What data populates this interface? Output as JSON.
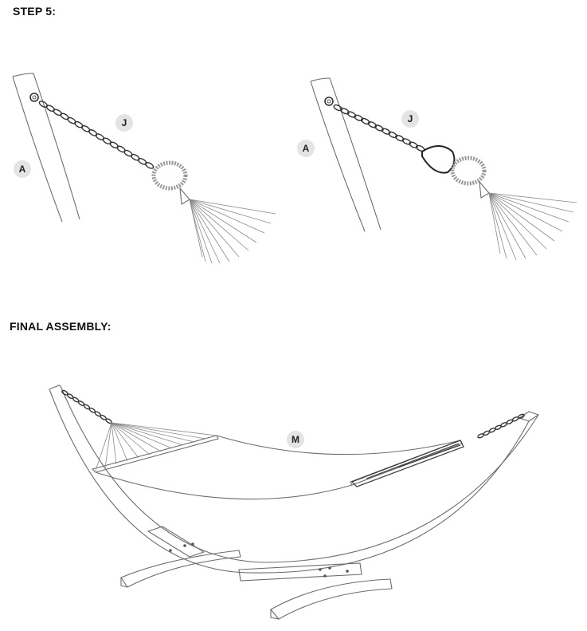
{
  "headings": {
    "step": "STEP 5:",
    "final": "FINAL ASSEMBLY:"
  },
  "callouts": {
    "frame": "A",
    "chain": "J",
    "hammock": "M"
  }
}
